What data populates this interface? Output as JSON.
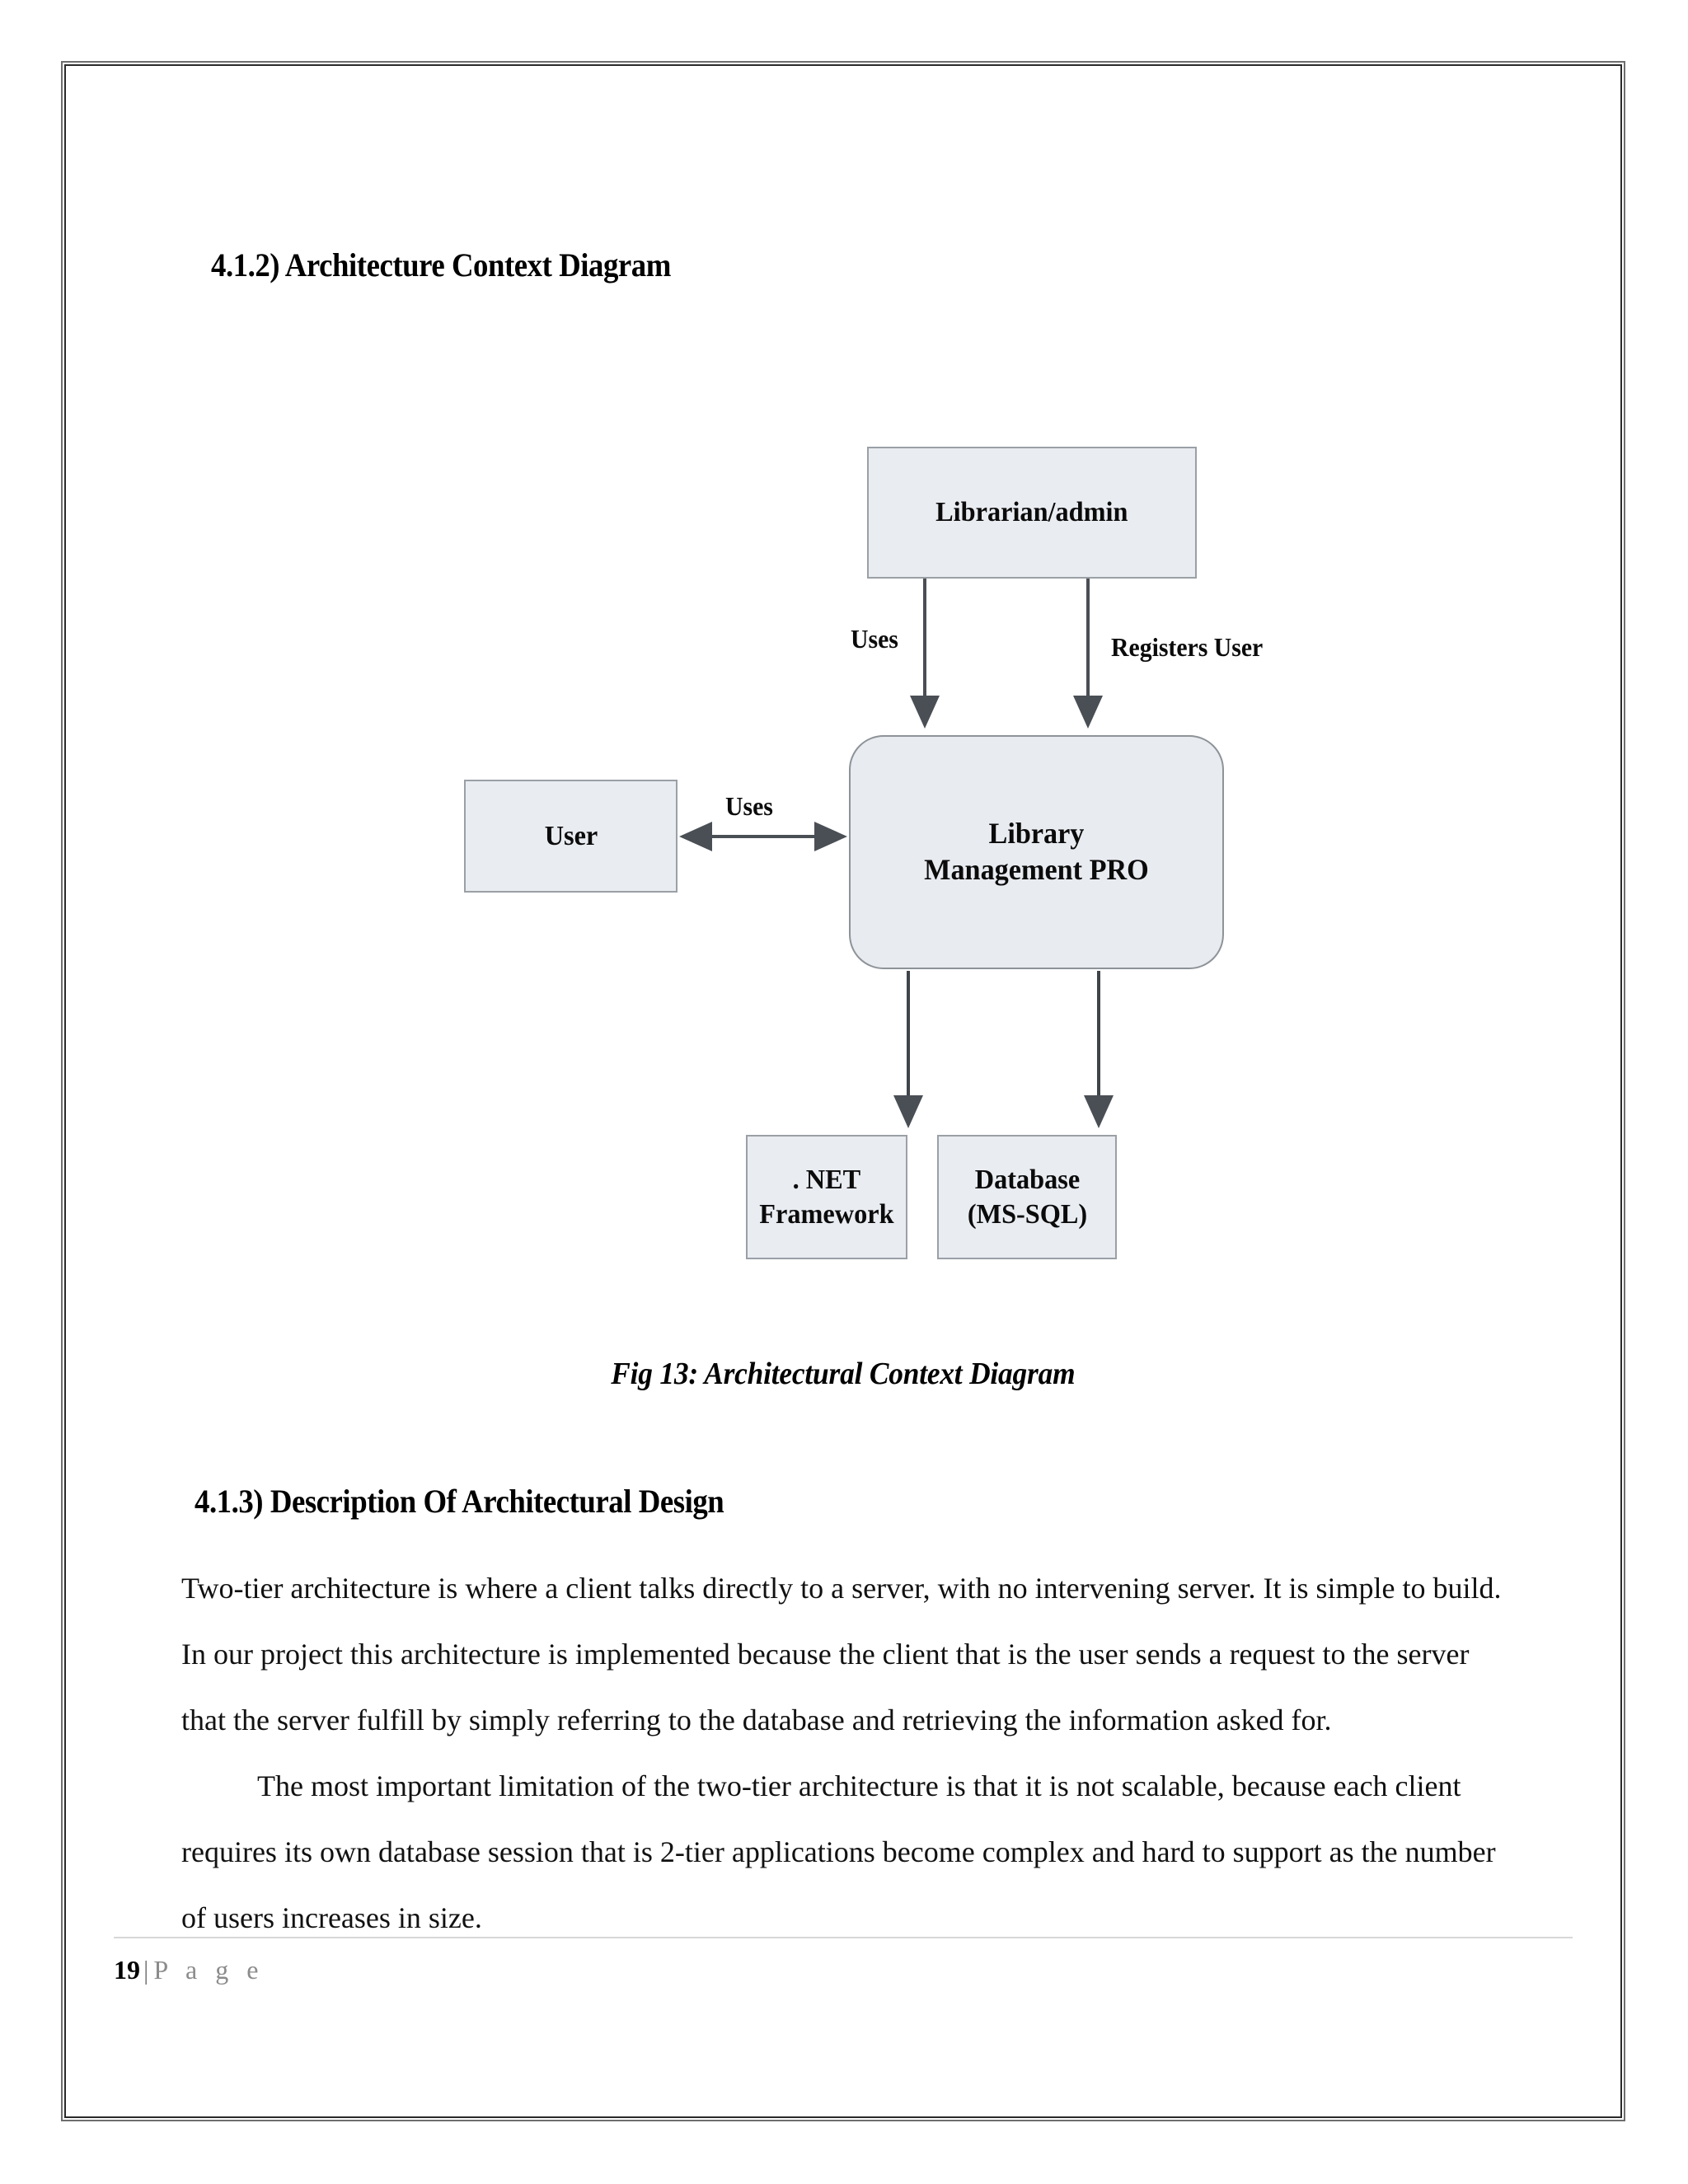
{
  "page": {
    "number": "19",
    "footer_separator": "|",
    "footer_word": "P a g e"
  },
  "sections": {
    "heading_412": "4.1.2) Architecture Context Diagram",
    "heading_413": "4.1.3) Description Of Architectural Design"
  },
  "figure": {
    "caption": "Fig 13: Architectural Context Diagram",
    "nodes": {
      "librarian": "Librarian/admin",
      "user": "User",
      "system_line1": "Library",
      "system_line2": "Management PRO",
      "dotnet_line1": ". NET",
      "dotnet_line2": "Framework",
      "database_line1": "Database",
      "database_line2": "(MS-SQL)"
    },
    "edges": {
      "librarian_uses": "Uses",
      "librarian_registers": "Registers User",
      "user_uses": "Uses"
    },
    "colors": {
      "box_fill": "#e9ecf1",
      "box_border": "#9aa0a6",
      "arrow": "#4a4f55"
    }
  },
  "body": {
    "paragraph_1": "Two-tier architecture is where a client talks directly to a server, with no intervening server. It is simple to build. In our project this architecture is implemented because the client that is the user sends a request to the server that the server fulfill by simply referring to the database and retrieving the information asked for.",
    "paragraph_2": "The most important limitation of the two-tier architecture is that it is not scalable, because each client requires its own database session that is 2-tier applications become complex and hard to support as the number of users increases in size."
  }
}
